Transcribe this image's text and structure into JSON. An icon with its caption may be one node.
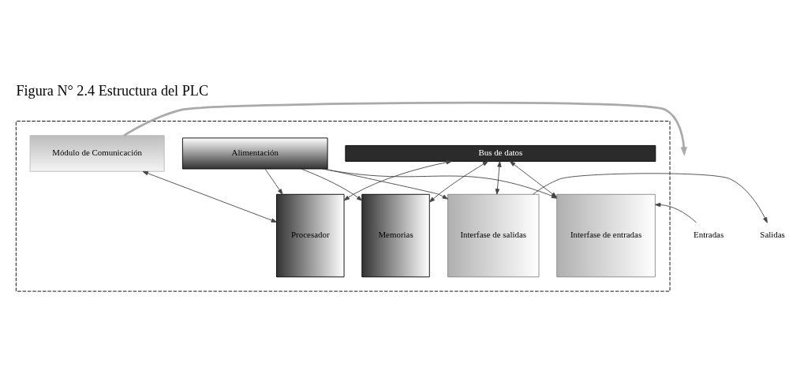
{
  "diagram": {
    "title": "Figura N° 2.4 Estructura del PLC",
    "nodes": [
      {
        "text": [],
        "shape": "box"
      },
      {
        "text": [
          "Bus de datos"
        ],
        "in": 0
      },
      {
        "text": [
          "Módulo de Comunicación"
        ],
        "in": 0
      },
      {
        "text": [
          "Interfase de entradas"
        ],
        "in": 0
      },
      {
        "text": [
          "Procesador"
        ],
        "in": 0
      },
      {
        "text": [
          "Memorias"
        ],
        "in": 0
      },
      {
        "text": [
          "Interfase de salidas"
        ],
        "in": 0
      },
      {
        "text": [
          "Alimentación"
        ],
        "in": 0
      },
      {
        "text": [
          "Entradas"
        ]
      },
      {
        "text": [
          "Salidas"
        ]
      }
    ],
    "edges": [
      {
        "from": 2,
        "to": null,
        "arrow": "to",
        "style": "thick",
        "color": "#aaaaaa"
      },
      {
        "from": 1,
        "to": 3,
        "arrow": "both"
      },
      {
        "from": 2,
        "to": 4,
        "arrow": "both"
      },
      {
        "from": 1,
        "to": 4,
        "arrow": "both"
      },
      {
        "from": 1,
        "to": 5,
        "arrow": "both"
      },
      {
        "from": 1,
        "to": 6,
        "arrow": "both"
      },
      {
        "from": 8,
        "to": 3,
        "arrow": "to"
      },
      {
        "from": 6,
        "to": 9,
        "arrow": "to"
      },
      {
        "from": 7,
        "to": 3,
        "arrow": "to"
      },
      {
        "from": 7,
        "to": 4,
        "arrow": "to"
      },
      {
        "from": 7,
        "to": 5,
        "arrow": "to"
      },
      {
        "from": 7,
        "to": 6,
        "arrow": "to"
      }
    ]
  }
}
